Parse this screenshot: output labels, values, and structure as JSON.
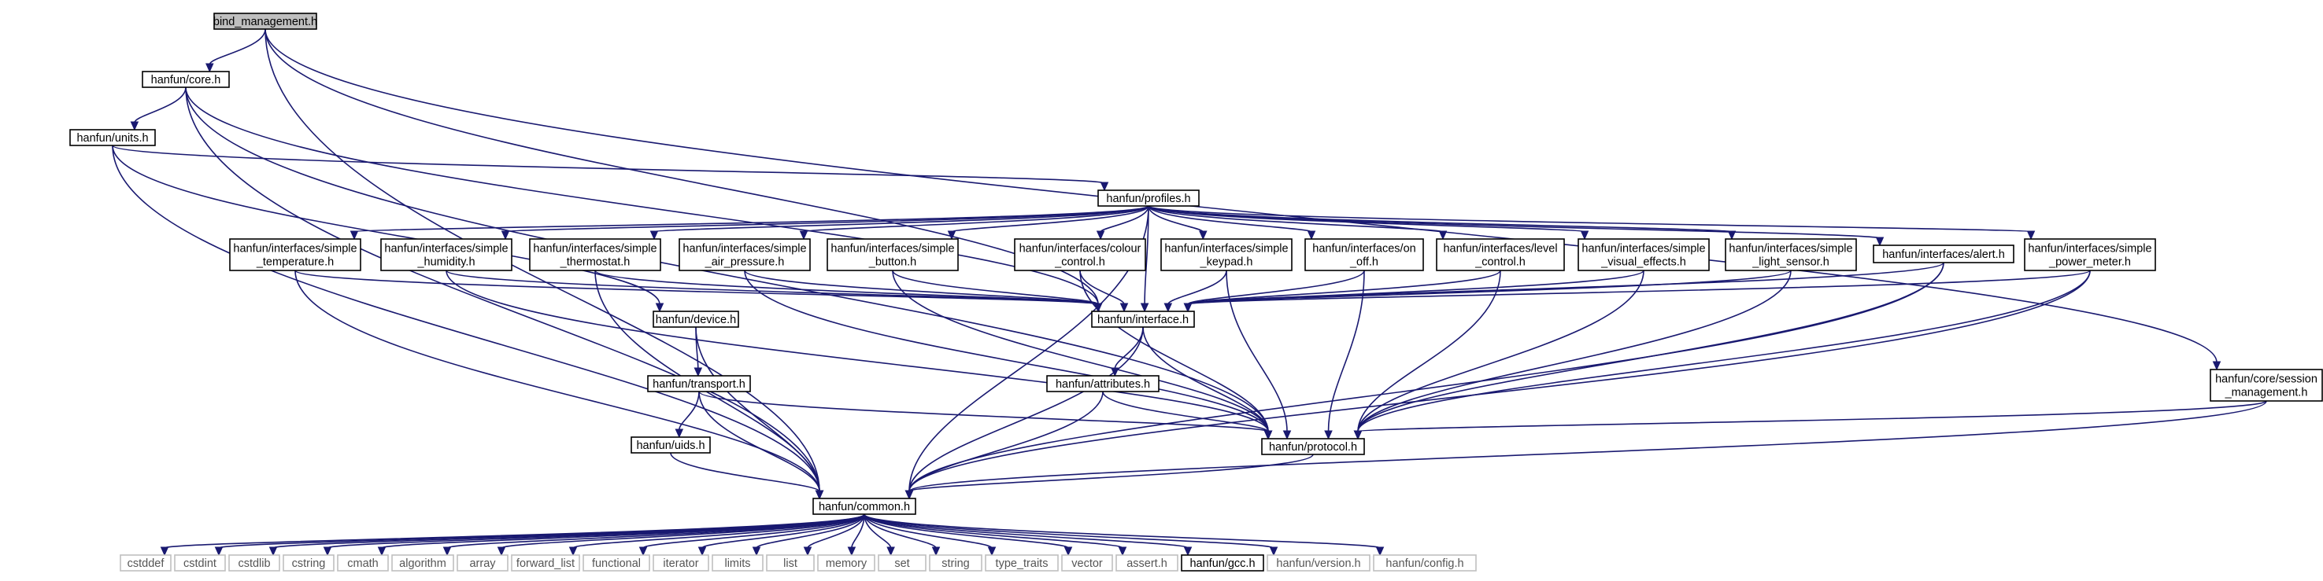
{
  "colors": {
    "edge": "#191970",
    "root_fill": "#bfbfbf",
    "node_fill": "#ffffff",
    "node_border": "#000000",
    "external_border": "#bfbfbf",
    "external_text": "#555555"
  },
  "nodes": [
    {
      "id": "root",
      "lines": [
        "bind_management.h"
      ],
      "kind": "root"
    },
    {
      "id": "core",
      "lines": [
        "hanfun/core.h"
      ],
      "kind": "normal"
    },
    {
      "id": "units",
      "lines": [
        "hanfun/units.h"
      ],
      "kind": "normal"
    },
    {
      "id": "profiles",
      "lines": [
        "hanfun/profiles.h"
      ],
      "kind": "normal"
    },
    {
      "id": "temperature",
      "lines": [
        "hanfun/interfaces/simple",
        "_temperature.h"
      ],
      "kind": "normal"
    },
    {
      "id": "humidity",
      "lines": [
        "hanfun/interfaces/simple",
        "_humidity.h"
      ],
      "kind": "normal"
    },
    {
      "id": "thermostat",
      "lines": [
        "hanfun/interfaces/simple",
        "_thermostat.h"
      ],
      "kind": "normal"
    },
    {
      "id": "air_pressure",
      "lines": [
        "hanfun/interfaces/simple",
        "_air_pressure.h"
      ],
      "kind": "normal"
    },
    {
      "id": "button",
      "lines": [
        "hanfun/interfaces/simple",
        "_button.h"
      ],
      "kind": "normal"
    },
    {
      "id": "colour",
      "lines": [
        "hanfun/interfaces/colour",
        "_control.h"
      ],
      "kind": "normal"
    },
    {
      "id": "keypad",
      "lines": [
        "hanfun/interfaces/simple",
        "_keypad.h"
      ],
      "kind": "normal"
    },
    {
      "id": "on_off",
      "lines": [
        "hanfun/interfaces/on",
        "_off.h"
      ],
      "kind": "normal"
    },
    {
      "id": "level",
      "lines": [
        "hanfun/interfaces/level",
        "_control.h"
      ],
      "kind": "normal"
    },
    {
      "id": "visual",
      "lines": [
        "hanfun/interfaces/simple",
        "_visual_effects.h"
      ],
      "kind": "normal"
    },
    {
      "id": "light",
      "lines": [
        "hanfun/interfaces/simple",
        "_light_sensor.h"
      ],
      "kind": "normal"
    },
    {
      "id": "alert",
      "lines": [
        "hanfun/interfaces/alert.h"
      ],
      "kind": "normal"
    },
    {
      "id": "power",
      "lines": [
        "hanfun/interfaces/simple",
        "_power_meter.h"
      ],
      "kind": "normal"
    },
    {
      "id": "device",
      "lines": [
        "hanfun/device.h"
      ],
      "kind": "normal"
    },
    {
      "id": "interface",
      "lines": [
        "hanfun/interface.h"
      ],
      "kind": "normal"
    },
    {
      "id": "transport",
      "lines": [
        "hanfun/transport.h"
      ],
      "kind": "normal"
    },
    {
      "id": "attributes",
      "lines": [
        "hanfun/attributes.h"
      ],
      "kind": "normal"
    },
    {
      "id": "session",
      "lines": [
        "hanfun/core/session",
        "_management.h"
      ],
      "kind": "normal"
    },
    {
      "id": "uids",
      "lines": [
        "hanfun/uids.h"
      ],
      "kind": "normal"
    },
    {
      "id": "protocol",
      "lines": [
        "hanfun/protocol.h"
      ],
      "kind": "normal"
    },
    {
      "id": "common",
      "lines": [
        "hanfun/common.h"
      ],
      "kind": "normal"
    },
    {
      "id": "cstddef",
      "lines": [
        "cstddef"
      ],
      "kind": "external"
    },
    {
      "id": "cstdint",
      "lines": [
        "cstdint"
      ],
      "kind": "external"
    },
    {
      "id": "cstdlib",
      "lines": [
        "cstdlib"
      ],
      "kind": "external"
    },
    {
      "id": "cstring",
      "lines": [
        "cstring"
      ],
      "kind": "external"
    },
    {
      "id": "cmath",
      "lines": [
        "cmath"
      ],
      "kind": "external"
    },
    {
      "id": "algorithm",
      "lines": [
        "algorithm"
      ],
      "kind": "external"
    },
    {
      "id": "array",
      "lines": [
        "array"
      ],
      "kind": "external"
    },
    {
      "id": "forward_list",
      "lines": [
        "forward_list"
      ],
      "kind": "external"
    },
    {
      "id": "functional",
      "lines": [
        "functional"
      ],
      "kind": "external"
    },
    {
      "id": "iterator",
      "lines": [
        "iterator"
      ],
      "kind": "external"
    },
    {
      "id": "limits",
      "lines": [
        "limits"
      ],
      "kind": "external"
    },
    {
      "id": "list",
      "lines": [
        "list"
      ],
      "kind": "external"
    },
    {
      "id": "memory",
      "lines": [
        "memory"
      ],
      "kind": "external"
    },
    {
      "id": "set",
      "lines": [
        "set"
      ],
      "kind": "external"
    },
    {
      "id": "string",
      "lines": [
        "string"
      ],
      "kind": "external"
    },
    {
      "id": "type_traits",
      "lines": [
        "type_traits"
      ],
      "kind": "external"
    },
    {
      "id": "vector",
      "lines": [
        "vector"
      ],
      "kind": "external"
    },
    {
      "id": "assert",
      "lines": [
        "assert.h"
      ],
      "kind": "external"
    },
    {
      "id": "gcc",
      "lines": [
        "hanfun/gcc.h"
      ],
      "kind": "normal"
    },
    {
      "id": "version",
      "lines": [
        "hanfun/version.h"
      ],
      "kind": "external"
    },
    {
      "id": "config",
      "lines": [
        "hanfun/config.h"
      ],
      "kind": "external"
    }
  ],
  "edges": [
    [
      "root",
      "core"
    ],
    [
      "root",
      "interface"
    ],
    [
      "root",
      "common"
    ],
    [
      "root",
      "session"
    ],
    [
      "core",
      "units"
    ],
    [
      "core",
      "interface"
    ],
    [
      "core",
      "protocol"
    ],
    [
      "core",
      "common"
    ],
    [
      "units",
      "profiles"
    ],
    [
      "units",
      "device"
    ],
    [
      "units",
      "common"
    ],
    [
      "profiles",
      "temperature"
    ],
    [
      "profiles",
      "humidity"
    ],
    [
      "profiles",
      "thermostat"
    ],
    [
      "profiles",
      "air_pressure"
    ],
    [
      "profiles",
      "button"
    ],
    [
      "profiles",
      "colour"
    ],
    [
      "profiles",
      "keypad"
    ],
    [
      "profiles",
      "on_off"
    ],
    [
      "profiles",
      "level"
    ],
    [
      "profiles",
      "visual"
    ],
    [
      "profiles",
      "light"
    ],
    [
      "profiles",
      "alert"
    ],
    [
      "profiles",
      "power"
    ],
    [
      "profiles",
      "interface"
    ],
    [
      "profiles",
      "common"
    ],
    [
      "temperature",
      "interface"
    ],
    [
      "temperature",
      "common"
    ],
    [
      "humidity",
      "interface"
    ],
    [
      "humidity",
      "protocol"
    ],
    [
      "thermostat",
      "interface"
    ],
    [
      "thermostat",
      "common"
    ],
    [
      "air_pressure",
      "interface"
    ],
    [
      "air_pressure",
      "protocol"
    ],
    [
      "button",
      "interface"
    ],
    [
      "button",
      "protocol"
    ],
    [
      "colour",
      "interface"
    ],
    [
      "colour",
      "protocol"
    ],
    [
      "keypad",
      "interface"
    ],
    [
      "keypad",
      "protocol"
    ],
    [
      "on_off",
      "interface"
    ],
    [
      "on_off",
      "protocol"
    ],
    [
      "level",
      "interface"
    ],
    [
      "level",
      "protocol"
    ],
    [
      "visual",
      "interface"
    ],
    [
      "visual",
      "protocol"
    ],
    [
      "light",
      "interface"
    ],
    [
      "light",
      "protocol"
    ],
    [
      "alert",
      "interface"
    ],
    [
      "alert",
      "protocol"
    ],
    [
      "alert",
      "common"
    ],
    [
      "power",
      "interface"
    ],
    [
      "power",
      "protocol"
    ],
    [
      "power",
      "common"
    ],
    [
      "device",
      "transport"
    ],
    [
      "device",
      "common"
    ],
    [
      "interface",
      "attributes"
    ],
    [
      "interface",
      "protocol"
    ],
    [
      "interface",
      "common"
    ],
    [
      "transport",
      "uids"
    ],
    [
      "transport",
      "protocol"
    ],
    [
      "transport",
      "common"
    ],
    [
      "attributes",
      "protocol"
    ],
    [
      "attributes",
      "common"
    ],
    [
      "session",
      "protocol"
    ],
    [
      "session",
      "common"
    ],
    [
      "uids",
      "common"
    ],
    [
      "protocol",
      "common"
    ],
    [
      "common",
      "cstddef"
    ],
    [
      "common",
      "cstdint"
    ],
    [
      "common",
      "cstdlib"
    ],
    [
      "common",
      "cstring"
    ],
    [
      "common",
      "cmath"
    ],
    [
      "common",
      "algorithm"
    ],
    [
      "common",
      "array"
    ],
    [
      "common",
      "forward_list"
    ],
    [
      "common",
      "functional"
    ],
    [
      "common",
      "iterator"
    ],
    [
      "common",
      "limits"
    ],
    [
      "common",
      "list"
    ],
    [
      "common",
      "memory"
    ],
    [
      "common",
      "set"
    ],
    [
      "common",
      "string"
    ],
    [
      "common",
      "type_traits"
    ],
    [
      "common",
      "vector"
    ],
    [
      "common",
      "assert"
    ],
    [
      "common",
      "gcc"
    ],
    [
      "common",
      "version"
    ],
    [
      "common",
      "config"
    ]
  ]
}
